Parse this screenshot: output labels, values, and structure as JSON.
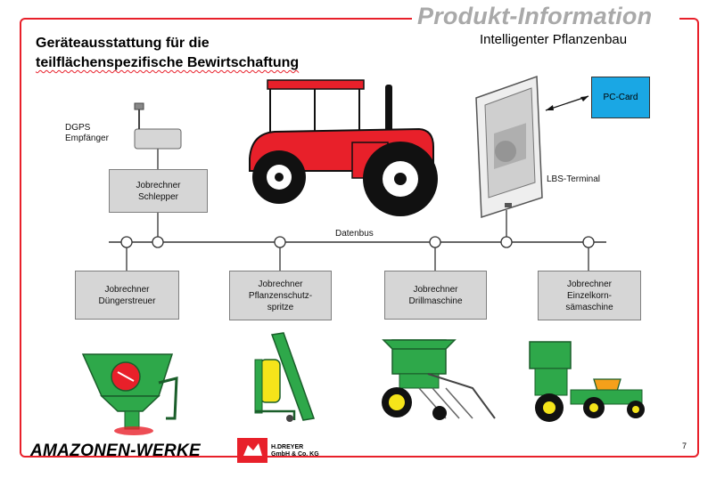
{
  "header": {
    "product_info": "Produkt-Information",
    "subtitle": "Intelligenter Pflanzenbau"
  },
  "title": {
    "line1": "Geräteausstattung für die",
    "line2": "teilflächenspezifische Bewirtschaftung"
  },
  "dgps": {
    "line1": "DGPS",
    "line2": "Empfänger"
  },
  "boxes": {
    "schlepper": [
      "Jobrechner",
      "Schlepper"
    ],
    "duenger": [
      "Jobrechner",
      "Düngerstreuer"
    ],
    "pflanzenschutz": [
      "Jobrechner",
      "Pflanzenschutz-",
      "spritze"
    ],
    "drill": [
      "Jobrechner",
      "Drillmaschine"
    ],
    "einzelkorn": [
      "Jobrechner",
      "Einzelkorn-",
      "sämaschine"
    ]
  },
  "pc_card": "PC-Card",
  "lbs_terminal": "LBS-Terminal",
  "bus_label": "Datenbus",
  "footer": {
    "brand_left": "AMAZONEN-WERKE",
    "brand_right_line1": "H.DREYER",
    "brand_right_line2": "GmbH & Co. KG",
    "page_number": "7"
  },
  "colors": {
    "frame": "#e8202a",
    "tractor_red": "#e8202a",
    "machine_green": "#2ea84a",
    "pc_card": "#1aa7e4",
    "box_gray": "#d6d6d6",
    "header_gray": "#a9a9a9"
  }
}
